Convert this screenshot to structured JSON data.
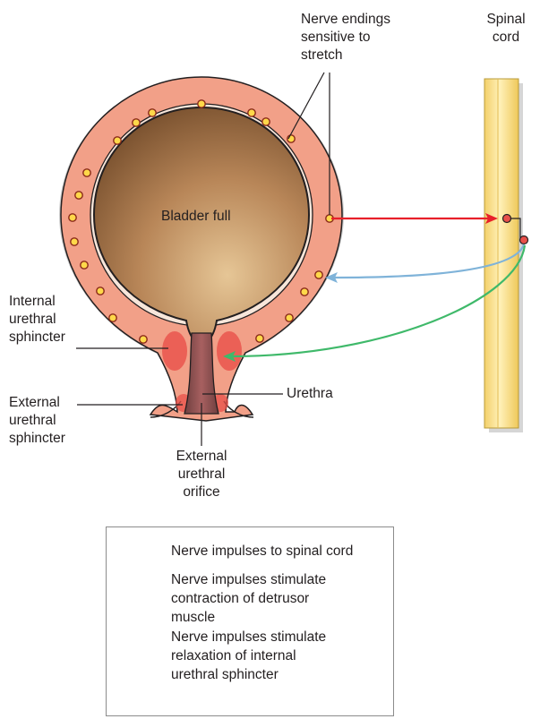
{
  "labels": {
    "nerve_endings": [
      "Nerve endings",
      "sensitive to",
      "stretch"
    ],
    "spinal_cord": [
      "Spinal",
      "cord"
    ],
    "bladder": "Bladder full",
    "internal_sphincter": [
      "Internal",
      "urethral",
      "sphincter"
    ],
    "external_sphincter": [
      "External",
      "urethral",
      "sphincter"
    ],
    "urethra": "Urethra",
    "external_orifice": [
      "External",
      "urethral",
      "orifice"
    ]
  },
  "legend": [
    {
      "color": "#e8202a",
      "lines": [
        "Nerve impulses to spinal cord"
      ]
    },
    {
      "color": "#7fb3d9",
      "lines": [
        "Nerve impulses stimulate",
        "contraction of detrusor",
        "muscle"
      ]
    },
    {
      "color": "#3fb96a",
      "lines": [
        "Nerve impulses stimulate",
        "relaxation of internal",
        "urethral sphincter"
      ]
    }
  ],
  "colors": {
    "bladder_wall": "#f2a088",
    "bladder_lumen": "#b98a5a",
    "spinal_cord": "#f7dd7f",
    "nerve_ending": "#ffd84a",
    "red_arrow": "#e8202a",
    "blue_arrow": "#7fb3d9",
    "green_arrow": "#3fb96a"
  }
}
